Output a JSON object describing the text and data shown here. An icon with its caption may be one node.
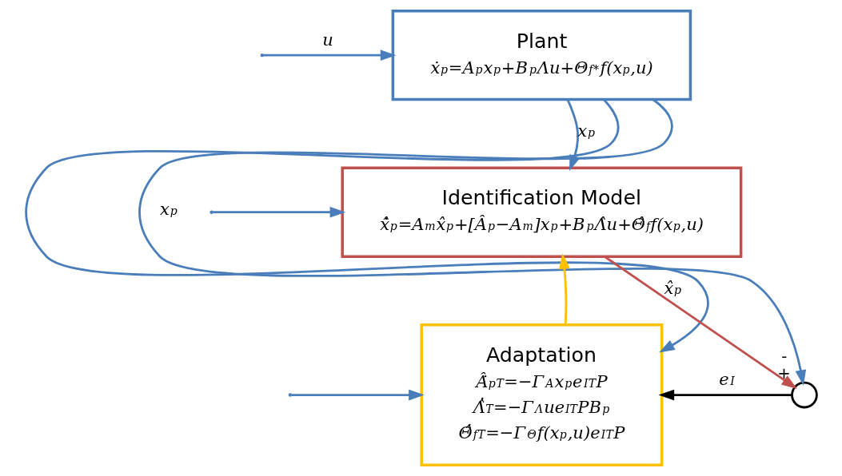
{
  "diagram": {
    "nodes": [
      {
        "text": [
          "Plant",
          "ẋ$_{p}$=A$_{p}$x$_{p}$+B$_{p}$Λu+Θ$_{f}$$^{*}$f(x$_{p}$,u)"
        ]
      },
      {
        "text": [
          "Identification Model",
          "x̂̇$_{p}$=A$_{m}$x̂$_{p}$+[Â$_{p}$−A$_{m}$]x$_{p}$+B$_{p}$Λ̂u+Θ̂$_{f}$f(x$_{p}$,u)"
        ]
      },
      {
        "text": [
          "Adaptation",
          "Â̇$_{p}$$^{T}$=−Γ$_{A}$x$_{p}$e$_{I}$$^{T}$P",
          "Λ̂̇$^{T}$=−Γ$_{Λ}$ue$_{I}$$^{T}$PB$_{p}$",
          "Θ̂̇$_{f}$$^{T}$=−Γ$_{Θ}$f(x$_{p}$,u)e$_{I}$$^{T}$P"
        ]
      },
      {
        "text": [],
        "shape": "circle",
        "beside": [
          "-",
          "+"
        ]
      }
    ],
    "edges": [
      {
        "from": null,
        "to": 0,
        "arrow": "to",
        "label": "u"
      },
      {
        "from": null,
        "to": 1,
        "arrow": "to"
      },
      {
        "from": null,
        "to": 2,
        "arrow": "to"
      },
      {
        "from": 0,
        "to": 1,
        "arrow": "to",
        "label": "x$_{p}$"
      },
      {
        "from": 0,
        "to": 3,
        "arrow": "to",
        "label": "x$_{p}$"
      },
      {
        "from": 0,
        "to": 2,
        "arrow": "to"
      },
      {
        "from": 1,
        "to": 3,
        "arrow": "to",
        "label": "x̂$_{p}$",
        "color": "#c0504d"
      },
      {
        "from": 3,
        "to": 2,
        "arrow": "to",
        "label": "e$_{I}$",
        "color": "#000000"
      },
      {
        "from": 2,
        "to": 1,
        "arrow": "to",
        "color": "#ffc000"
      }
    ]
  }
}
